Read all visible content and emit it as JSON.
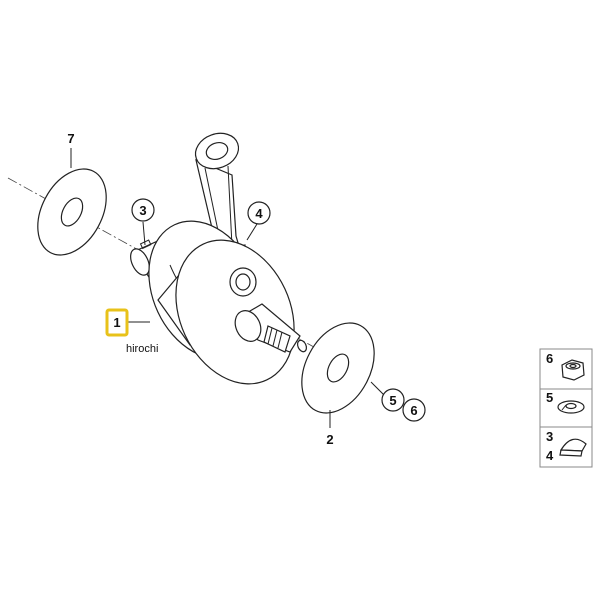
{
  "callouts": {
    "c1": "1",
    "c2": "2",
    "c3": "3",
    "c4": "4",
    "c5": "5",
    "c6": "6",
    "c7": "7"
  },
  "watermark": "hirochi",
  "legend": [
    {
      "label": "6",
      "icon": "nut-icon"
    },
    {
      "label": "5",
      "icon": "lock-washer-icon"
    },
    {
      "label": "3",
      "label2": "4",
      "icon": "woodruff-key-icon"
    }
  ],
  "colors": {
    "highlight": "#e8c21a",
    "line": "#222222"
  }
}
